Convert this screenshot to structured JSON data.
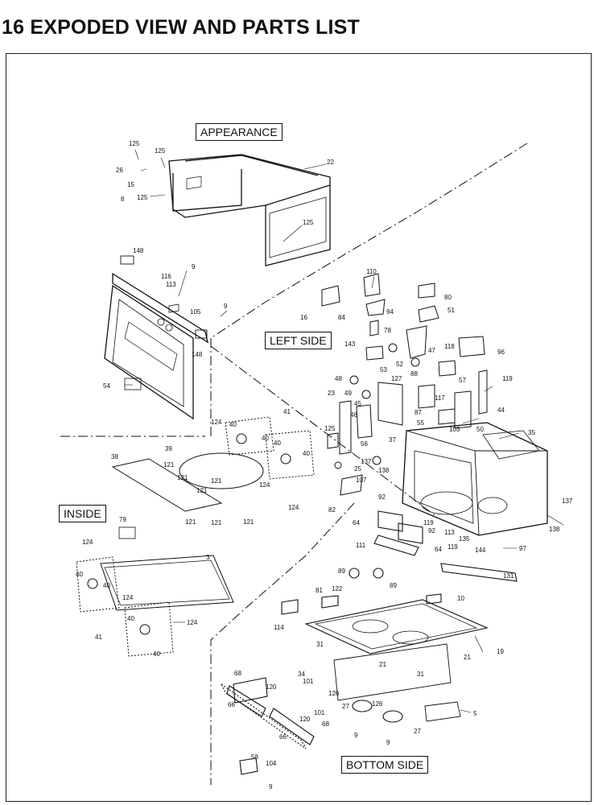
{
  "page_title": "16 EXPODED VIEW AND PARTS LIST",
  "sections": {
    "appearance": "APPEARANCE",
    "left_side": "LEFT SIDE",
    "inside": "INSIDE",
    "bottom_side": "BOTTOM SIDE"
  },
  "part_labels": [
    "125",
    "125",
    "26",
    "15",
    "125",
    "8",
    "22",
    "125",
    "148",
    "9",
    "116",
    "113",
    "105",
    "9",
    "148",
    "54",
    "16",
    "84",
    "110",
    "94",
    "78",
    "80",
    "51",
    "47",
    "118",
    "96",
    "88",
    "57",
    "143",
    "53",
    "52",
    "48",
    "49",
    "127",
    "23",
    "45",
    "46",
    "37",
    "56",
    "125",
    "25",
    "137",
    "138",
    "107",
    "82",
    "117",
    "87",
    "55",
    "103",
    "50",
    "44",
    "119",
    "35",
    "124",
    "40",
    "41",
    "40",
    "40",
    "40",
    "39",
    "38",
    "121",
    "121",
    "121",
    "121",
    "121",
    "124",
    "124",
    "121",
    "121",
    "3",
    "79",
    "124",
    "40",
    "40",
    "41",
    "124",
    "40",
    "40",
    "124",
    "92",
    "64",
    "119",
    "92",
    "113",
    "135",
    "119",
    "64",
    "111",
    "137",
    "138",
    "144",
    "97",
    "131",
    "89",
    "89",
    "81",
    "122",
    "10",
    "114",
    "19",
    "31",
    "21",
    "21",
    "31",
    "68",
    "66",
    "120",
    "34",
    "101",
    "126",
    "126",
    "120",
    "101",
    "27",
    "68",
    "66",
    "9",
    "9",
    "27",
    "5",
    "58",
    "104",
    "9"
  ]
}
